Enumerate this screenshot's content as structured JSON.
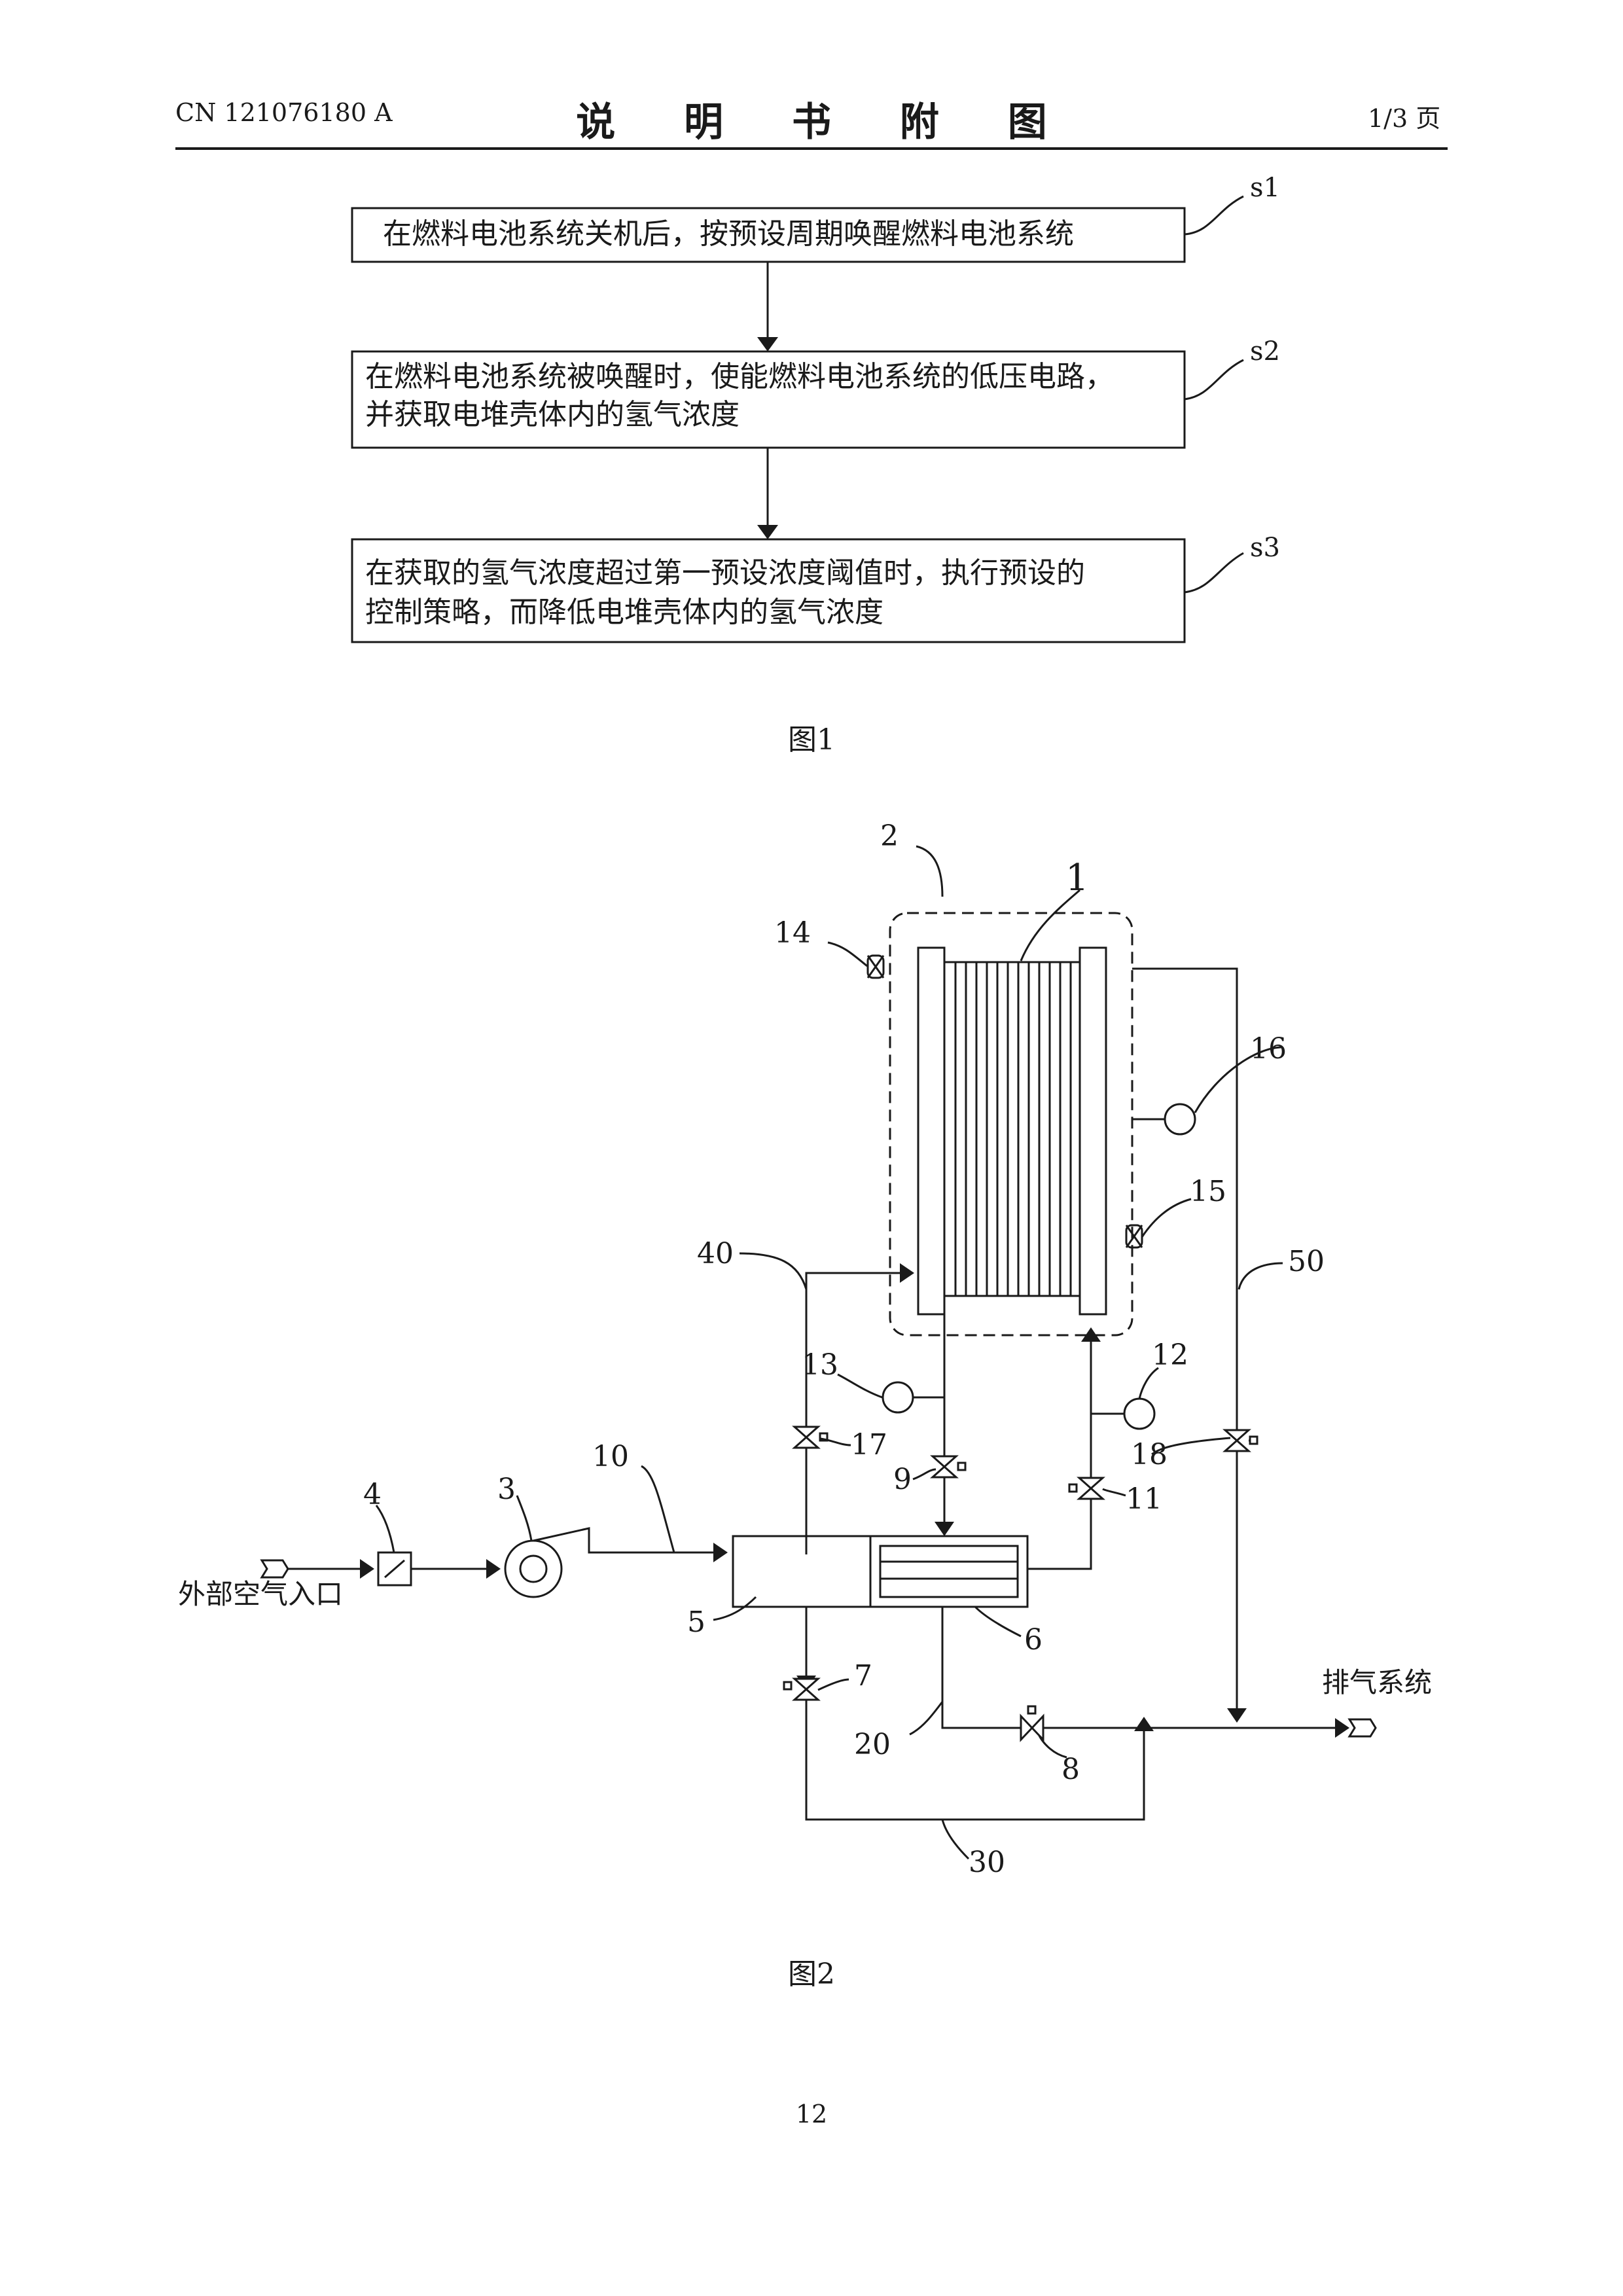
{
  "header": {
    "publication_number": "CN 121076180 A",
    "title": "说 明 书 附 图",
    "page_of": "1/3 页"
  },
  "figure1": {
    "caption": "图1",
    "steps": [
      {
        "tag": "s1",
        "lines": [
          "在燃料电池系统关机后，按预设周期唤醒燃料电池系统"
        ]
      },
      {
        "tag": "s2",
        "lines": [
          "在燃料电池系统被唤醒时，使能燃料电池系统的低压电路，",
          "并获取电堆壳体内的氢气浓度"
        ]
      },
      {
        "tag": "s3",
        "lines": [
          "在获取的氢气浓度超过第一预设浓度阈值时，执行预设的",
          "控制策略，而降低电堆壳体内的氢气浓度"
        ]
      }
    ]
  },
  "figure2": {
    "caption": "图2",
    "inlet_label": "外部空气入口",
    "exhaust_label": "排气系统",
    "ref_numbers": {
      "stack": "1",
      "housing": "2",
      "compressor": "3",
      "filter": "4",
      "humidifier_a": "5",
      "humidifier_b": "6",
      "valve7": "7",
      "valve8": "8",
      "valve9": "9",
      "pipe10": "10",
      "valve11": "11",
      "sensor12": "12",
      "sensor13": "13",
      "port14": "14",
      "port15": "15",
      "sensor16": "16",
      "valve17": "17",
      "valve18": "18",
      "pipe20": "20",
      "pipe30": "30",
      "pipe40": "40",
      "pipe50": "50"
    }
  },
  "page_number": "12"
}
